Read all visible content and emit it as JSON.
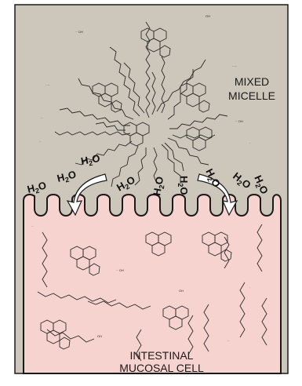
{
  "micelle": {
    "label_line1": "MIXED",
    "label_line2": "MICELLE"
  },
  "cell": {
    "label_line1": "INTESTINAL",
    "label_line2": "MUCOSAL CELL"
  },
  "water_label": "H2O",
  "colors": {
    "micelle_bg": "#cdc6ba",
    "cell_bg": "#f7d3cf",
    "outline": "#1a1a1a",
    "arrow_fill": "#ffffff"
  }
}
